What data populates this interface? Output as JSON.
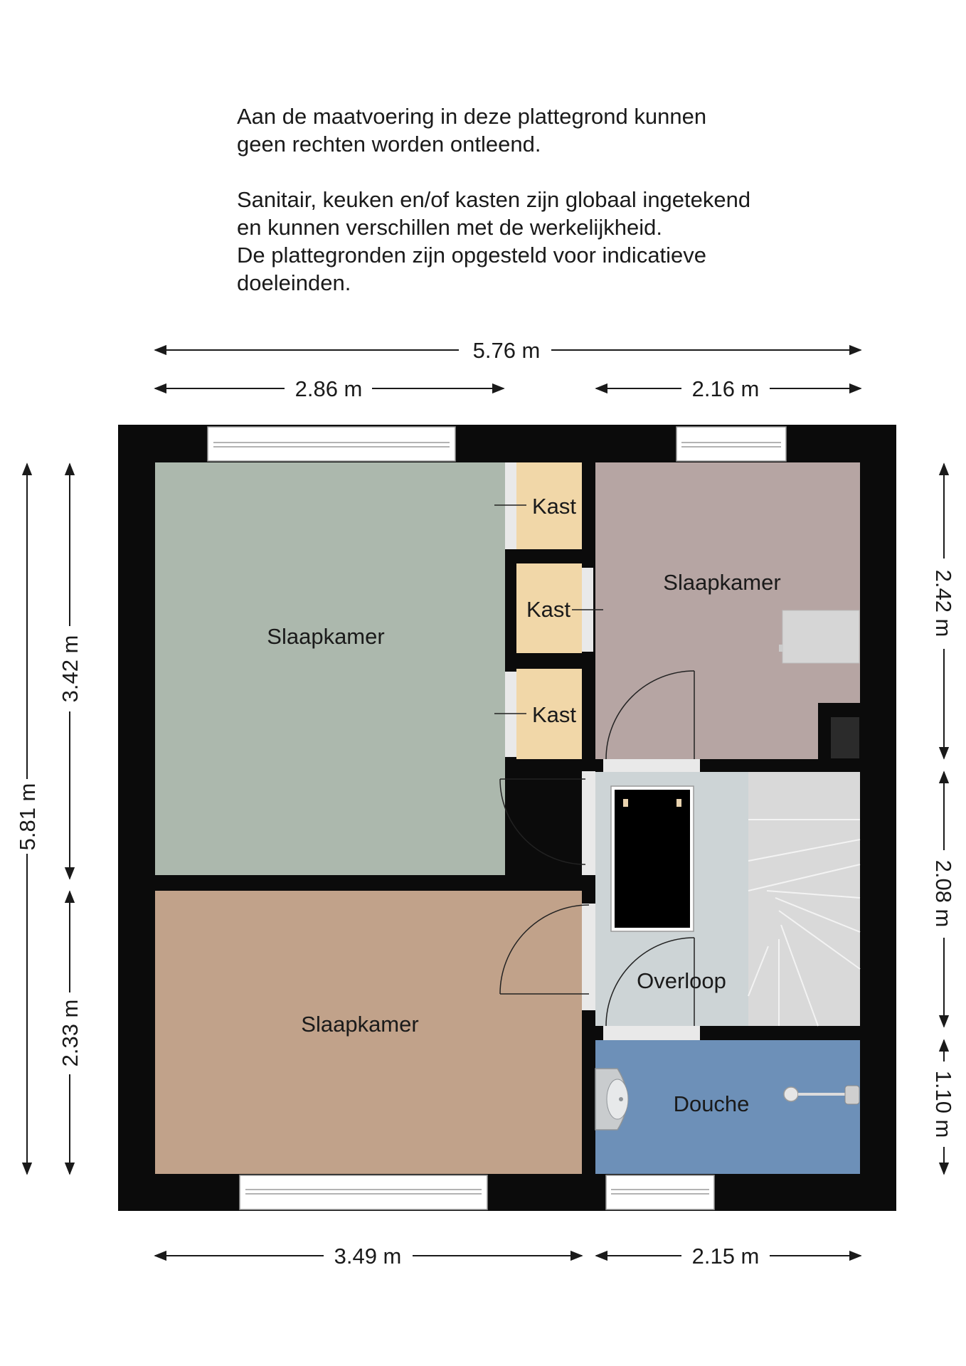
{
  "disclaimer": {
    "line1": "Aan de maatvoering in deze  plattegrond kunnen",
    "line2": "geen rechten worden ontleend.",
    "line3": "Sanitair, keuken en/of kasten zijn globaal ingetekend",
    "line4": "en kunnen verschillen met de werkelijkheid.",
    "line5": "De plattegronden zijn opgesteld voor indicatieve",
    "line6": "doeleinden."
  },
  "dimensions": {
    "top_total": "5.76 m",
    "top_left": "2.86 m",
    "top_right": "2.16 m",
    "bottom_left": "3.49 m",
    "bottom_right": "2.15 m",
    "left_total": "5.81 m",
    "left_upper": "3.42 m",
    "left_lower": "2.33 m",
    "right_upper": "2.42 m",
    "right_middle": "2.08 m",
    "right_lower": "1.10 m"
  },
  "rooms": {
    "bedroom_large": "Slaapkamer",
    "bedroom_small": "Slaapkamer",
    "bedroom_bottom": "Slaapkamer",
    "closet_1": "Kast",
    "closet_2": "Kast",
    "closet_3": "Kast",
    "landing": "Overloop",
    "shower": "Douche"
  },
  "colors": {
    "wall": "#0b0b0b",
    "bedroom_large": "#acb8ad",
    "bedroom_small": "#b6a5a3",
    "bedroom_bottom": "#c1a28a",
    "closet": "#f1d7a8",
    "landing": "#cdd4d6",
    "stairs": "#d9d9d9",
    "shower": "#6d90b8"
  }
}
